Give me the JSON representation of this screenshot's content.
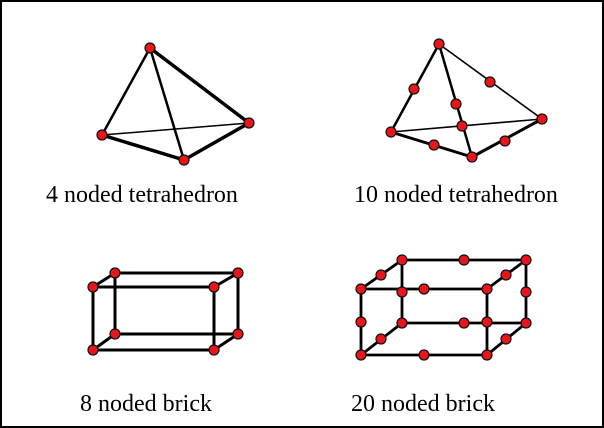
{
  "captions": {
    "tet4": "4 noded tetrahedron",
    "tet10": "10 noded tetrahedron",
    "brick8": "8 noded brick",
    "brick20": "20 noded brick"
  },
  "colors": {
    "node_fill": "#e8161a",
    "edge": "#000000",
    "border": "#000000",
    "background": "#ffffff"
  },
  "elements": [
    {
      "name": "4 noded tetrahedron",
      "nodes": 4
    },
    {
      "name": "10 noded tetrahedron",
      "nodes": 10
    },
    {
      "name": "8 noded brick",
      "nodes": 8
    },
    {
      "name": "20 noded brick",
      "nodes": 20
    }
  ]
}
